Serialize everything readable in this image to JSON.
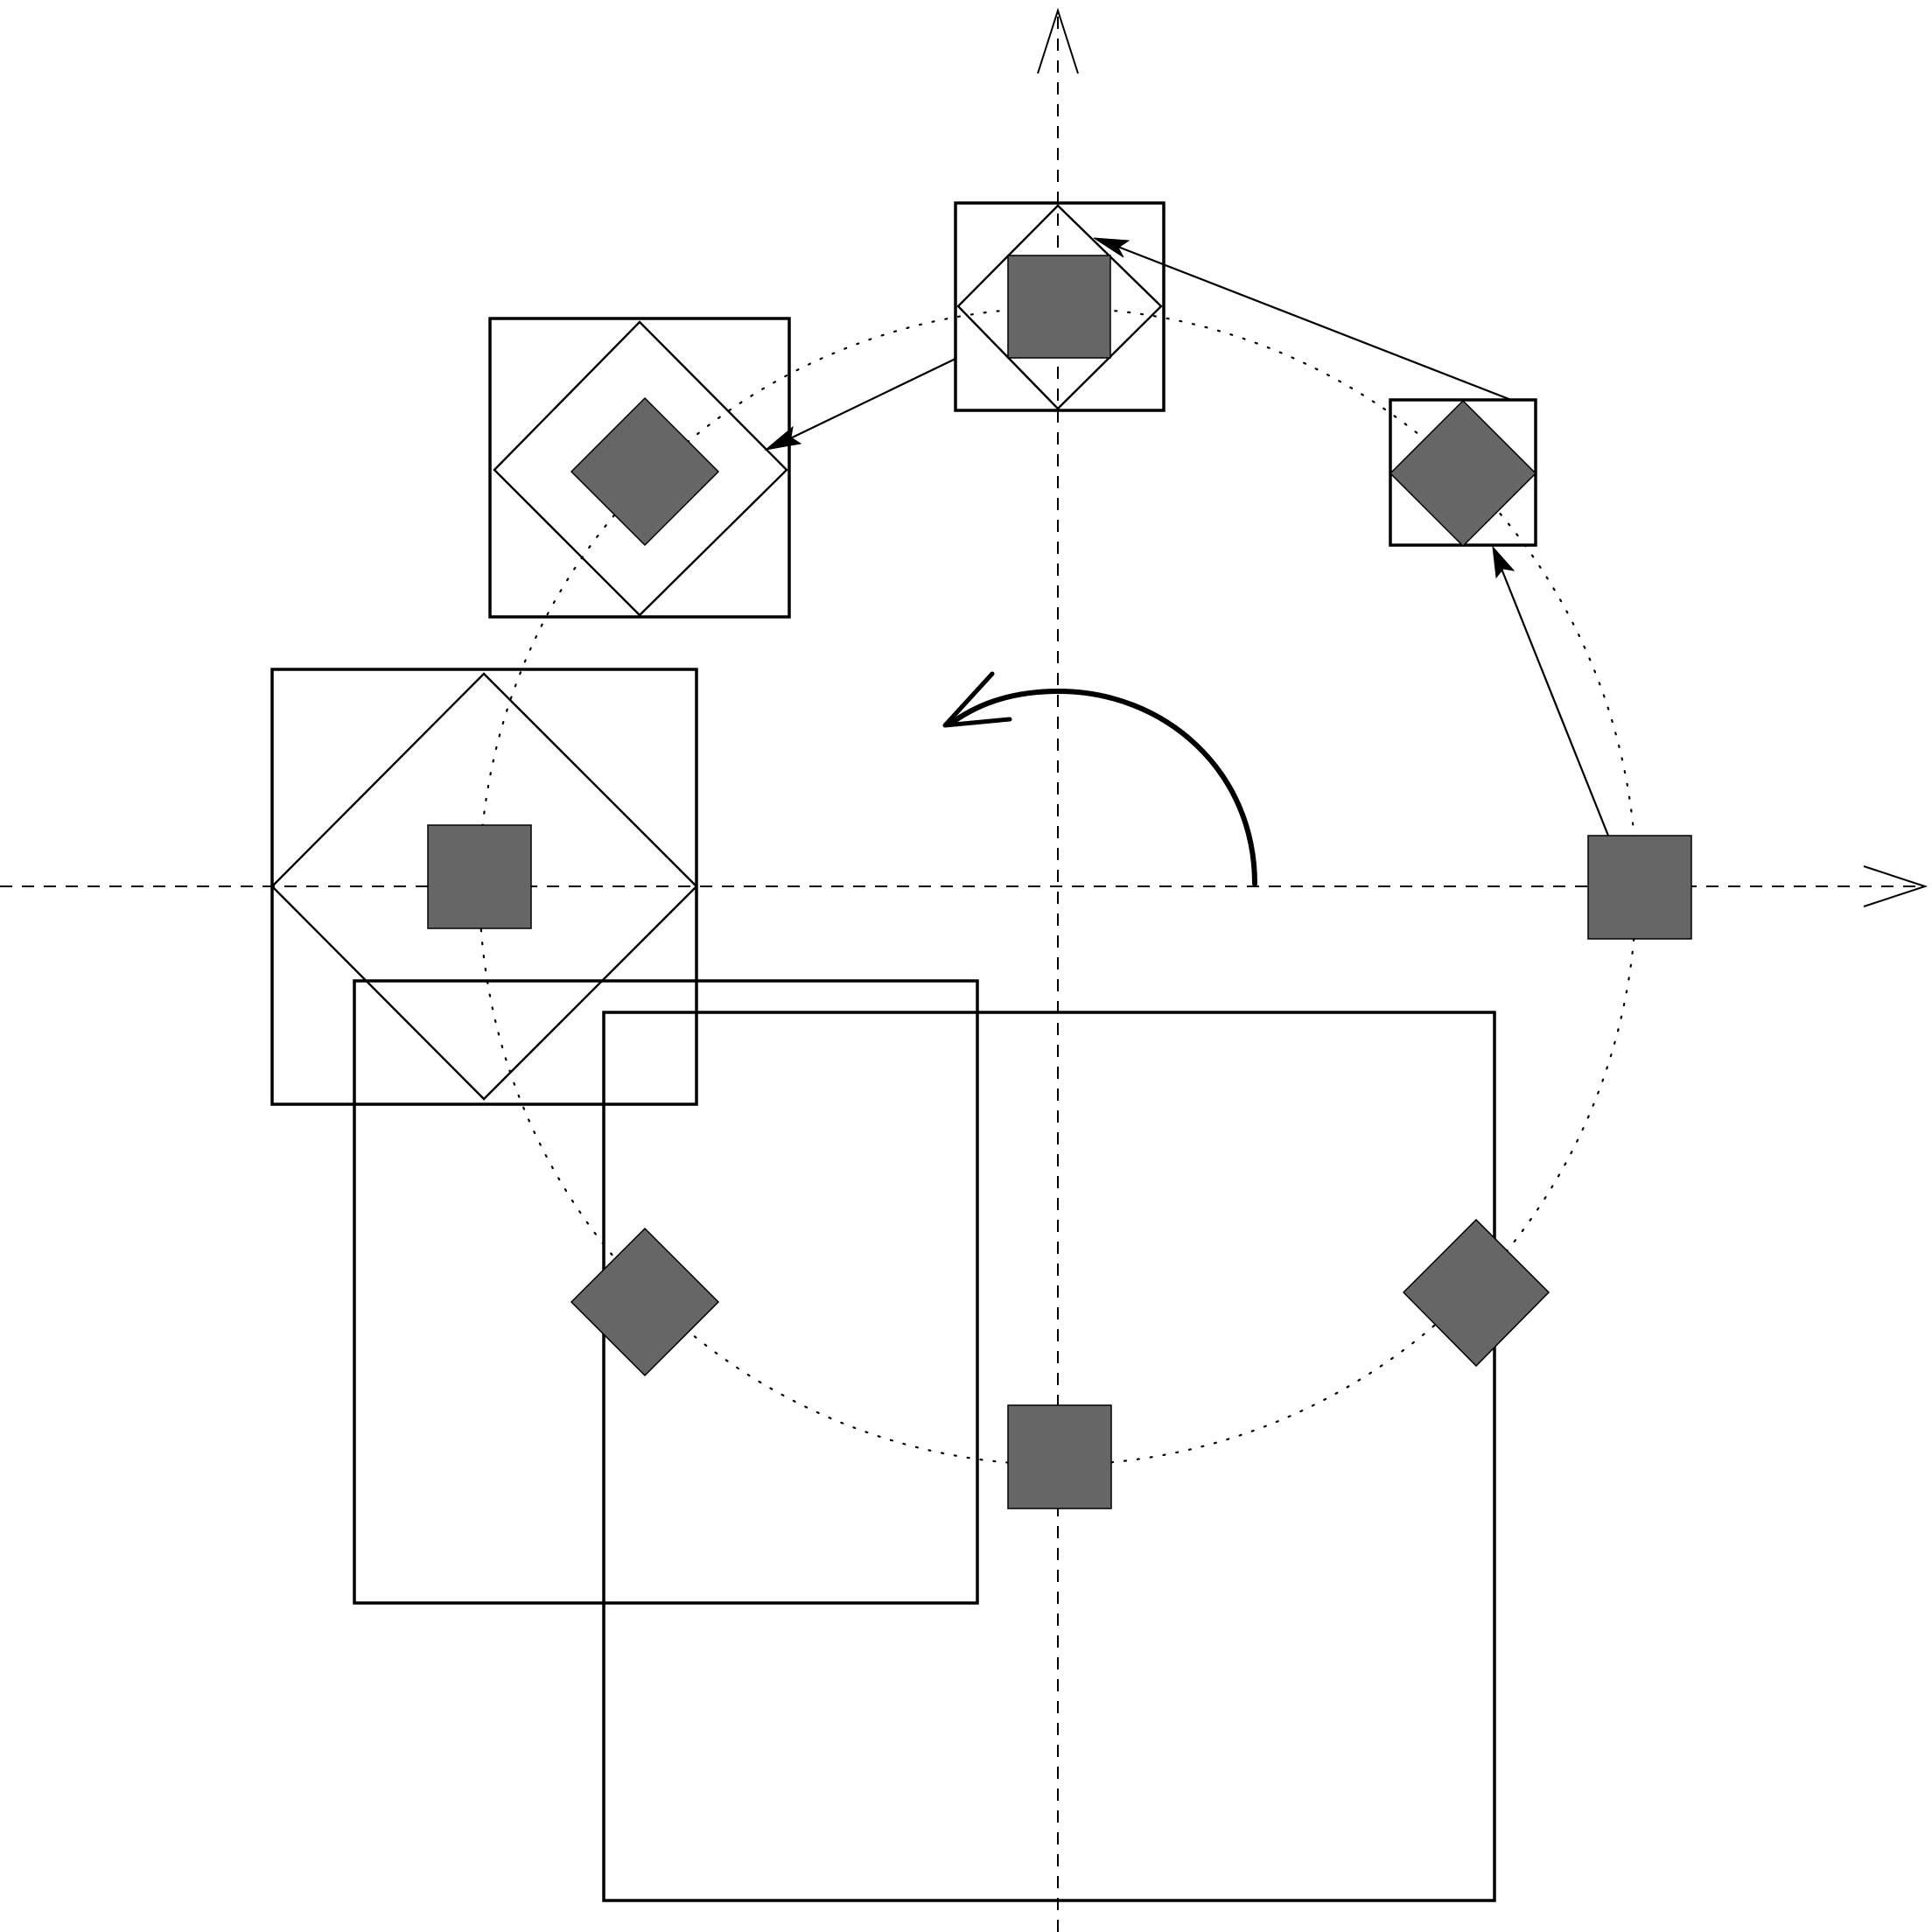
{
  "colors": {
    "background": "#ffffff",
    "line": "#000000",
    "block_fill": "#666666"
  },
  "diagram": {
    "axes": [
      "horizontal-axis",
      "vertical-axis"
    ],
    "orbit_style": "dotted-circle",
    "rotation_direction": "counter-clockwise",
    "positions": [
      {
        "id": "east",
        "block_shape": "square",
        "frame": false,
        "inscribed_diamond": false
      },
      {
        "id": "north-east",
        "block_shape": "diamond",
        "frame": true,
        "inscribed_diamond": false
      },
      {
        "id": "north",
        "block_shape": "square",
        "frame": true,
        "inscribed_diamond": true
      },
      {
        "id": "north-west",
        "block_shape": "diamond",
        "frame": true,
        "inscribed_diamond": true
      },
      {
        "id": "west",
        "block_shape": "square",
        "frame": true,
        "inscribed_diamond": true
      },
      {
        "id": "south-west",
        "block_shape": "diamond",
        "frame": true,
        "inscribed_diamond": false
      },
      {
        "id": "south",
        "block_shape": "square",
        "frame": true,
        "inscribed_diamond": false
      },
      {
        "id": "south-east",
        "block_shape": "diamond",
        "frame": false,
        "inscribed_diamond": false
      }
    ],
    "transitions": [
      {
        "from": "east",
        "to": "north-east"
      },
      {
        "from": "north-east",
        "to": "north"
      },
      {
        "from": "north",
        "to": "north-west"
      }
    ]
  }
}
